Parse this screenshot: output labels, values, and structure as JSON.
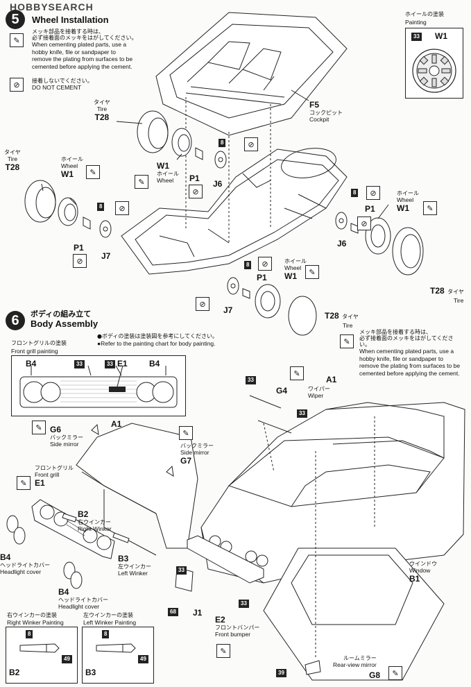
{
  "watermark": "HOBBYSEARCH",
  "step5": {
    "number": "5",
    "title_en": "Wheel Installation",
    "note_jp_1": "メッキ部品を接着する時は、",
    "note_jp_2": "必ず接着面のメッキをはがしてください。",
    "note_en_1": "When cementing plated parts, use a",
    "note_en_2": "hobby knife, file or sandpaper to",
    "note_en_3": "remove the plating from surfaces to be",
    "note_en_4": "cemented before applying the cement.",
    "nocement_jp": "接着しないでください。",
    "nocement_en": "DO NOT CEMENT",
    "wheel_paint_jp": "ホイールの塗装",
    "wheel_paint_en": "Painting",
    "wheel_paint_code": "33",
    "wheel_paint_part": "W1",
    "labels": {
      "tire_jp": "タイヤ",
      "tire_en": "Tire",
      "tire_part": "T28",
      "wheel_jp": "ホイール",
      "wheel_en": "Wheel",
      "wheel_part": "W1",
      "cockpit_part": "F5",
      "cockpit_jp": "コックピット",
      "cockpit_en": "Cockpit",
      "p1": "P1",
      "j6": "J6",
      "j7": "J7",
      "code8": "8"
    }
  },
  "step6": {
    "number": "6",
    "title_jp": "ボディの組み立て",
    "title_en": "Body Assembly",
    "paint_note_jp": "●ボディの塗装は塗装図を参考にしてください。",
    "paint_note_en": "●Refer to the painting chart for body painting.",
    "grill_jp": "フロントグリルの塗装",
    "grill_en": "Front grill painting",
    "grill_labels": [
      "B4",
      "33",
      "33",
      "E1",
      "B4"
    ],
    "note_jp_1": "メッキ部品を接着する時は、",
    "note_jp_2": "必ず接着面のメッキをはがしてください。",
    "note_en_1": "When cementing plated parts, use a",
    "note_en_2": "hobby knife, file or sandpaper to",
    "note_en_3": "remove the plating from surfaces to be",
    "note_en_4": "cemented before applying the cement.",
    "labels": {
      "a1": "A1",
      "g6": "G6",
      "side_mirror_jp": "バックミラー",
      "side_mirror_en": "Side mirror",
      "g7": "G7",
      "front_grill_jp": "フロントグリル",
      "front_grill_en": "Front grill",
      "e1": "E1",
      "b2": "B2",
      "right_winker_jp": "右ウインカー",
      "right_winker_en": "Right Winker",
      "b3": "B3",
      "left_winker_jp": "左ウインカー",
      "left_winker_en": "Left Winker",
      "b4": "B4",
      "headlight_jp": "ヘッドライトカバー",
      "headlight_en": "Headlight cover",
      "g4": "G4",
      "wiper_jp": "ワイパー",
      "wiper_en": "Wiper",
      "window_jp": "ウインドウ",
      "window_en": "Window",
      "b1": "B1",
      "j1": "J1",
      "code68": "68",
      "e2": "E2",
      "front_bumper_jp": "フロントバンパー",
      "front_bumper_en": "Front bumper",
      "g8": "G8",
      "rear_mirror_jp": "ルームミラー",
      "rear_mirror_en": "Rear-view mirror",
      "code33": "33",
      "code39": "39",
      "code8": "8",
      "code49": "49"
    },
    "rw_paint_jp": "右ウインカーの塗装",
    "rw_paint_en": "Right Winker Painting",
    "lw_paint_jp": "左ウインカーの塗装",
    "lw_paint_en": "Left Winker Painting"
  }
}
